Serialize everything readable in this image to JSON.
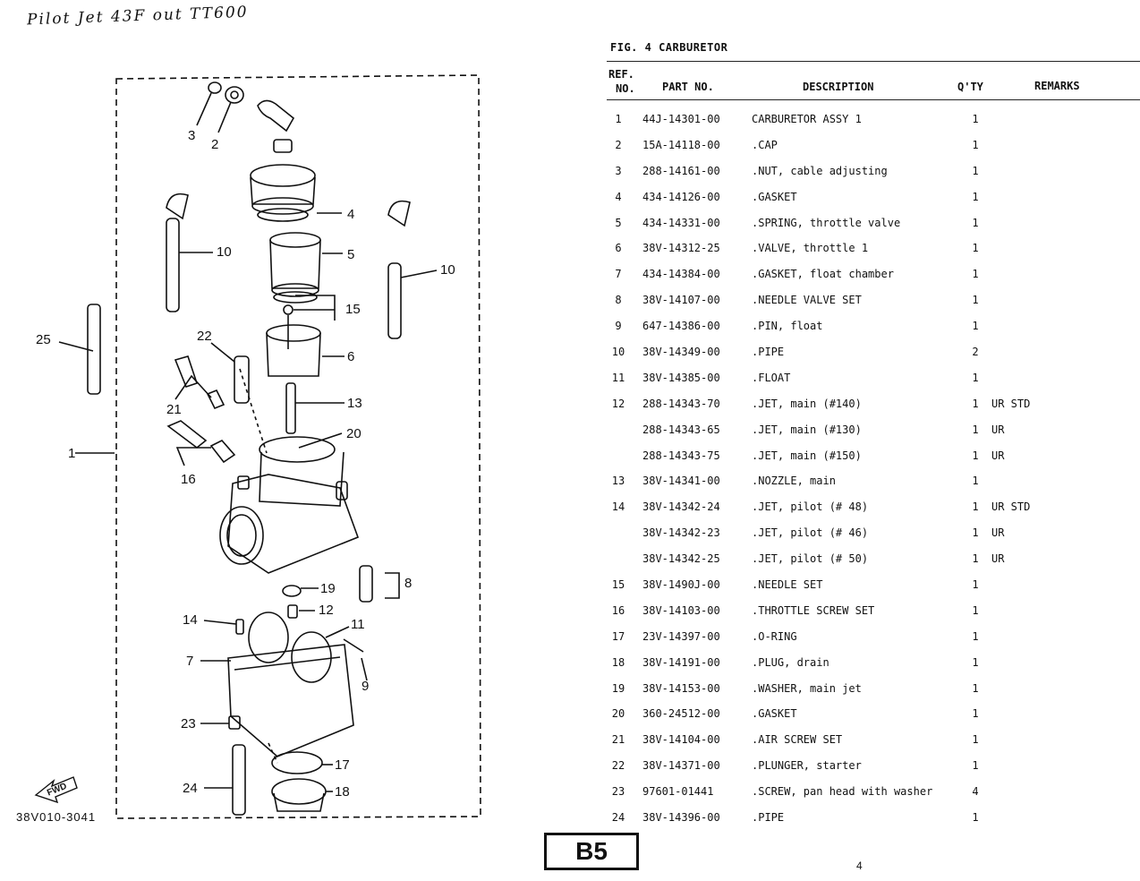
{
  "handwritten_note": "Pilot Jet 43F out TT600",
  "diagram": {
    "code": "38V010-3041",
    "fwd_label": "FWD",
    "callouts": [
      "1",
      "2",
      "3",
      "4",
      "5",
      "6",
      "7",
      "8",
      "9",
      "10",
      "10",
      "11",
      "12",
      "13",
      "14",
      "15",
      "16",
      "17",
      "18",
      "19",
      "20",
      "21",
      "22",
      "23",
      "24",
      "25"
    ]
  },
  "parts_list": {
    "title": "FIG.  4  CARBURETOR",
    "headers": {
      "ref_line1": "REF.",
      "ref_line2": "NO.",
      "part_no": "PART NO.",
      "description": "DESCRIPTION",
      "qty": "Q'TY",
      "remarks": "REMARKS"
    },
    "rows": [
      {
        "ref": "1",
        "part": "44J-14301-00",
        "desc": "CARBURETOR ASSY 1",
        "qty": "1",
        "remarks": ""
      },
      {
        "ref": "2",
        "part": "15A-14118-00",
        "desc": ".CAP",
        "qty": "1",
        "remarks": ""
      },
      {
        "ref": "3",
        "part": "288-14161-00",
        "desc": ".NUT, cable adjusting",
        "qty": "1",
        "remarks": ""
      },
      {
        "ref": "4",
        "part": "434-14126-00",
        "desc": ".GASKET",
        "qty": "1",
        "remarks": ""
      },
      {
        "ref": "5",
        "part": "434-14331-00",
        "desc": ".SPRING, throttle valve",
        "qty": "1",
        "remarks": ""
      },
      {
        "ref": "6",
        "part": "38V-14312-25",
        "desc": ".VALVE, throttle 1",
        "qty": "1",
        "remarks": ""
      },
      {
        "ref": "7",
        "part": "434-14384-00",
        "desc": ".GASKET, float chamber",
        "qty": "1",
        "remarks": ""
      },
      {
        "ref": "8",
        "part": "38V-14107-00",
        "desc": ".NEEDLE VALVE SET",
        "qty": "1",
        "remarks": ""
      },
      {
        "ref": "9",
        "part": "647-14386-00",
        "desc": ".PIN, float",
        "qty": "1",
        "remarks": ""
      },
      {
        "ref": "10",
        "part": "38V-14349-00",
        "desc": ".PIPE",
        "qty": "2",
        "remarks": ""
      },
      {
        "ref": "11",
        "part": "38V-14385-00",
        "desc": ".FLOAT",
        "qty": "1",
        "remarks": ""
      },
      {
        "ref": "12",
        "part": "288-14343-70",
        "desc": ".JET, main (#140)",
        "qty": "1",
        "remarks": "UR STD"
      },
      {
        "ref": "",
        "part": "288-14343-65",
        "desc": ".JET, main (#130)",
        "qty": "1",
        "remarks": "UR"
      },
      {
        "ref": "",
        "part": "288-14343-75",
        "desc": ".JET, main (#150)",
        "qty": "1",
        "remarks": "UR"
      },
      {
        "ref": "13",
        "part": "38V-14341-00",
        "desc": ".NOZZLE, main",
        "qty": "1",
        "remarks": ""
      },
      {
        "ref": "14",
        "part": "38V-14342-24",
        "desc": ".JET, pilot (# 48)",
        "qty": "1",
        "remarks": "UR STD"
      },
      {
        "ref": "",
        "part": "38V-14342-23",
        "desc": ".JET, pilot (# 46)",
        "qty": "1",
        "remarks": "UR"
      },
      {
        "ref": "",
        "part": "38V-14342-25",
        "desc": ".JET, pilot (# 50)",
        "qty": "1",
        "remarks": "UR"
      },
      {
        "ref": "15",
        "part": "38V-1490J-00",
        "desc": ".NEEDLE SET",
        "qty": "1",
        "remarks": ""
      },
      {
        "ref": "16",
        "part": "38V-14103-00",
        "desc": ".THROTTLE SCREW SET",
        "qty": "1",
        "remarks": ""
      },
      {
        "ref": "17",
        "part": "23V-14397-00",
        "desc": ".O-RING",
        "qty": "1",
        "remarks": ""
      },
      {
        "ref": "18",
        "part": "38V-14191-00",
        "desc": ".PLUG, drain",
        "qty": "1",
        "remarks": ""
      },
      {
        "ref": "19",
        "part": "38V-14153-00",
        "desc": ".WASHER, main jet",
        "qty": "1",
        "remarks": ""
      },
      {
        "ref": "20",
        "part": "360-24512-00",
        "desc": ".GASKET",
        "qty": "1",
        "remarks": ""
      },
      {
        "ref": "21",
        "part": "38V-14104-00",
        "desc": ".AIR SCREW SET",
        "qty": "1",
        "remarks": ""
      },
      {
        "ref": "22",
        "part": "38V-14371-00",
        "desc": ".PLUNGER, starter",
        "qty": "1",
        "remarks": ""
      },
      {
        "ref": "23",
        "part": "97601-01441",
        "desc": ".SCREW, pan head with washer",
        "qty": "4",
        "remarks": ""
      },
      {
        "ref": "24",
        "part": "38V-14396-00",
        "desc": ".PIPE",
        "qty": "1",
        "remarks": ""
      }
    ]
  },
  "page_badge": "B5",
  "page_number": "4"
}
